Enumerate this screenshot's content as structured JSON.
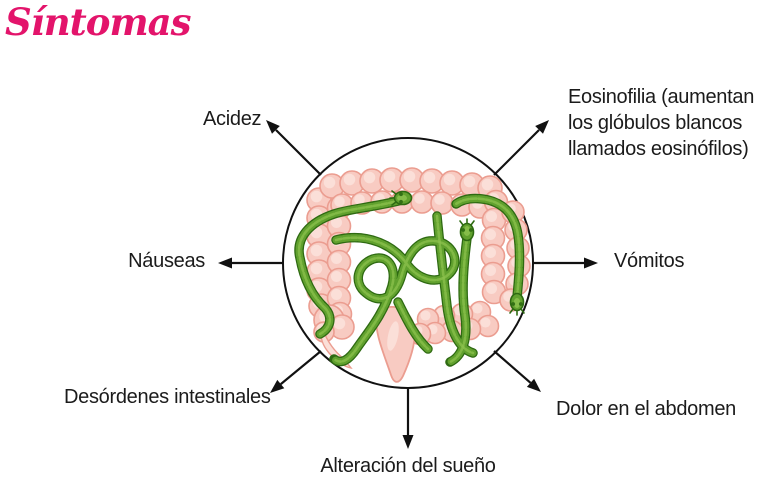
{
  "title": {
    "text": "Síntomas",
    "color": "#e3146b"
  },
  "center_illustration": "intestine-with-worms-icon",
  "symptoms": {
    "top_left": "Acidez",
    "top_right_lines": [
      "Eosinofilia (aumentan",
      "los glóbulos blancos",
      "llamados eosinófilos)"
    ],
    "left": "Náuseas",
    "right": "Vómitos",
    "bottom_left": "Desórdenes intestinales",
    "bottom_right": "Dolor en el abdomen",
    "bottom": "Alteración del sueño"
  },
  "colors": {
    "accent": "#e3146b",
    "ink": "#1b1b1b",
    "arrow": "#111111",
    "worm-dark": "#2e6a12",
    "worm-mid": "#61a12e",
    "worm-light": "#8cc24e",
    "gut-fill": "#f8cbc2",
    "gut-hi": "#fbdfd8",
    "gut-stroke": "#eb9d90"
  }
}
